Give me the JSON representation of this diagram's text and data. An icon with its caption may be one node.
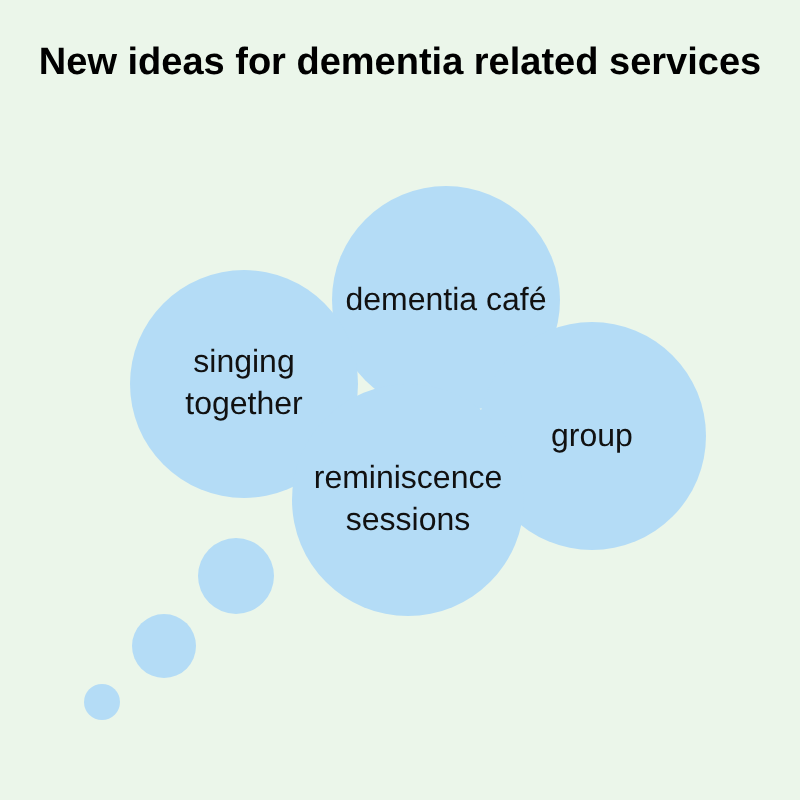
{
  "diagram": {
    "title": "New ideas for dementia related services",
    "nodes": [
      {
        "text": [
          "dementia café"
        ]
      },
      {
        "text": [
          "singing together"
        ]
      },
      {
        "text": [
          "group"
        ]
      },
      {
        "text": [
          "reminiscence sessions"
        ]
      },
      {
        "text": [],
        "shape": "circle"
      },
      {
        "text": [],
        "shape": "circle"
      },
      {
        "text": [],
        "shape": "circle"
      }
    ]
  }
}
